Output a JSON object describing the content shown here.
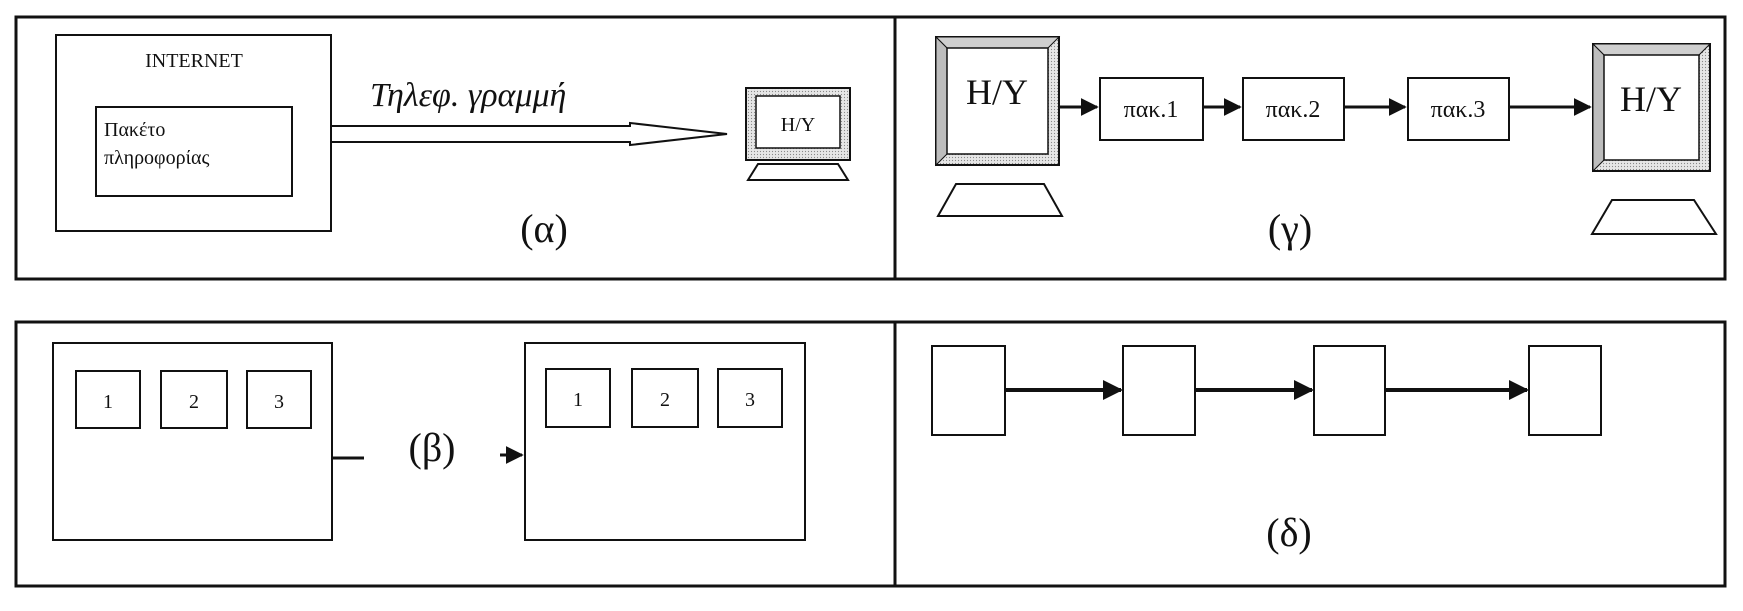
{
  "panel_a": {
    "internet_label": "INTERNET",
    "packet_line1": "Πακέτο",
    "packet_line2": "πληροφορίας",
    "line_label": "Τηλεφ. γραμμή",
    "computer_label": "H/Y",
    "caption": "(α)"
  },
  "panel_b": {
    "left_boxes": [
      "1",
      "2",
      "3"
    ],
    "right_boxes": [
      "1",
      "2",
      "3"
    ],
    "caption": "(β)"
  },
  "panel_c": {
    "source_label": "H/Y",
    "packets": [
      "πακ.1",
      "πακ.2",
      "πακ.3"
    ],
    "dest_label": "H/Y",
    "caption": "(γ)"
  },
  "panel_d": {
    "caption": "(δ)"
  }
}
